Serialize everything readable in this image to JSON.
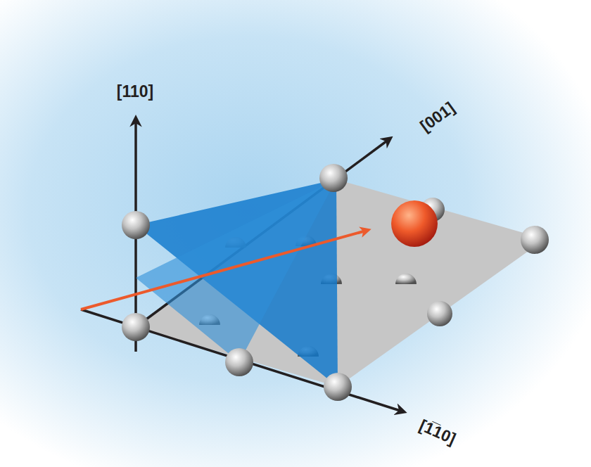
{
  "diagram": {
    "labels": [
      "[110]",
      "[001]",
      "[1̅10]"
    ]
  }
}
